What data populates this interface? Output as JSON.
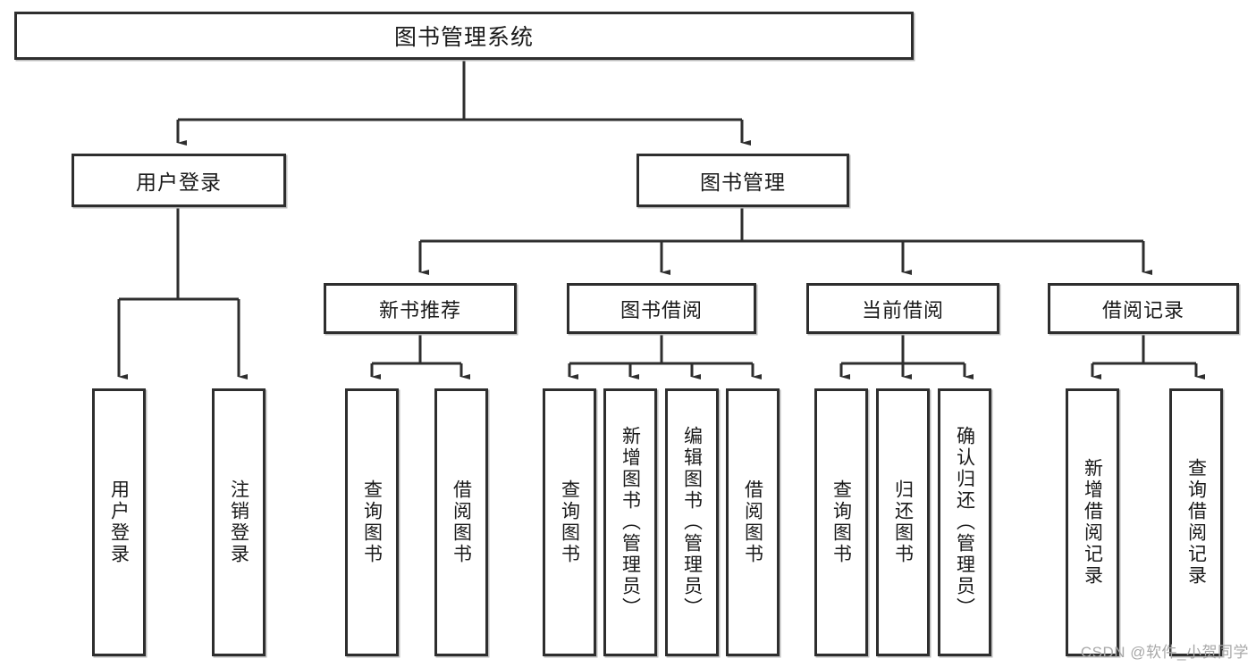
{
  "diagram": {
    "title": "图书管理系统",
    "watermark": "CSDN @软件_小贺同学",
    "colors": {
      "background": "#ffffff",
      "border": "#2e2e2e",
      "connector": "#2e2e2e",
      "text": "#1a1a1a",
      "watermark": "#a8a8a8"
    },
    "root": {
      "label": "图书管理系统"
    },
    "level1": [
      {
        "label": "用户登录"
      },
      {
        "label": "图书管理"
      }
    ],
    "level2": [
      {
        "label": "新书推荐"
      },
      {
        "label": "图书借阅"
      },
      {
        "label": "当前借阅"
      },
      {
        "label": "借阅记录"
      }
    ],
    "leaves": {
      "user_login": [
        {
          "label": "用户登录"
        },
        {
          "label": "注销登录"
        }
      ],
      "new_book": [
        {
          "label": "查询图书"
        },
        {
          "label": "借阅图书"
        }
      ],
      "book_borrow": [
        {
          "label": "查询图书"
        },
        {
          "label": "新增图书（管理员）"
        },
        {
          "label": "编辑图书（管理员）"
        },
        {
          "label": "借阅图书"
        }
      ],
      "current_borrow": [
        {
          "label": "查询图书"
        },
        {
          "label": "归还图书"
        },
        {
          "label": "确认归还（管理员）"
        }
      ],
      "borrow_record": [
        {
          "label": "新增借阅记录"
        },
        {
          "label": "查询借阅记录"
        }
      ]
    }
  }
}
